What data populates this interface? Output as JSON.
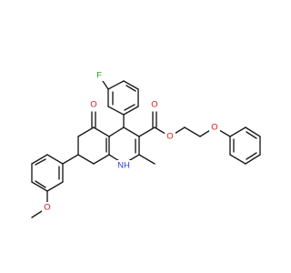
{
  "molecule": {
    "atom_labels": {
      "fluorine": "F",
      "ketone_oxygen": "O",
      "ester_carbonyl_oxygen": "O",
      "ester_oxygen": "O",
      "ether_oxygen": "O",
      "methoxy_oxygen": "O",
      "amine": "NH"
    },
    "colors": {
      "bond": "#1a1a1a",
      "oxygen": "#d61a1a",
      "nitrogen": "#2b3fd6",
      "fluorine": "#2a9d2a"
    }
  }
}
